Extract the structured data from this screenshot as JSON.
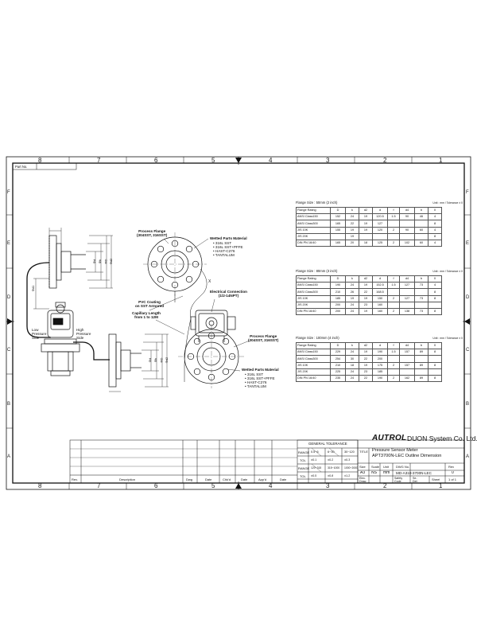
{
  "zones_top": [
    "8",
    "7",
    "6",
    "5",
    "4",
    "3",
    "2",
    "1"
  ],
  "zones_bottom": [
    "8",
    "7",
    "6",
    "5",
    "4",
    "3",
    "2",
    "1"
  ],
  "zones_left": [
    "F",
    "E",
    "D",
    "C",
    "B",
    "A"
  ],
  "zones_right": [
    "F",
    "E",
    "D",
    "C",
    "B",
    "A"
  ],
  "part_no_label": "Part No.",
  "labels": {
    "process_flange_top": "Process Flange\n(304SST, 316SST)",
    "wetted_top_title": "Wetted Parts Material",
    "wetted_top_items": [
      "316L SST",
      "316L SST+PFFE",
      "HAST-C276",
      "TANTALUM"
    ],
    "pvc_coating": "PVC Coating\non SST Armored",
    "capillary_length": "Capillary Length\nfrom 1 to 12M",
    "low_side": "Low\nPressure\nSide",
    "high_side": "High\nPressure\nSide",
    "electrical": "Electrical Connection\n(1/2-14NPT)",
    "process_flange_bottom": "Process Flange\n(304SST, 316SST)",
    "wetted_bottom_title": "Wetted Parts Material",
    "wetted_bottom_items": [
      "316L SST",
      "316L SST+PFFE",
      "HAST-C276",
      "TANTALUM"
    ],
    "x_mark": "X",
    "dims_top": [
      "Φd",
      "Φk",
      "ΦD",
      "Φd2"
    ],
    "dims_left": "Φd1",
    "dims_bottom": [
      "Φd",
      "Φk",
      "ΦD",
      "Φd2"
    ]
  },
  "tables": [
    {
      "caption": "Flange Size : 50mm (2 inch)",
      "unit": "Unit : mm / Tolerance ± 0",
      "header": [
        "Flange Rating",
        "D",
        "k",
        "d2",
        "d",
        "f",
        "d4",
        "b",
        "X"
      ],
      "rows": [
        [
          "ANSI Class150",
          "152",
          "24",
          "19",
          "120.5",
          "1.5",
          "90",
          "46",
          "4"
        ],
        [
          "ANSI Class300",
          "165",
          "22",
          "19",
          "127",
          "",
          "",
          "",
          "8"
        ],
        [
          "JIS 10K",
          "155",
          "19",
          "19",
          "120",
          "2",
          "90",
          "60",
          "4"
        ],
        [
          "JIS 20K",
          "",
          "19",
          "",
          "",
          "",
          "",
          "",
          "8"
        ],
        [
          "DIN PN 16/40",
          "165",
          "20",
          "18",
          "125",
          "2",
          "102",
          "60",
          "4"
        ]
      ]
    },
    {
      "caption": "Flange Size : 80mm (3 inch)",
      "unit": "Unit : mm / Tolerance ± 0",
      "header": [
        "Flange Rating",
        "D",
        "k",
        "d2",
        "d",
        "f",
        "d4",
        "b",
        "X"
      ],
      "rows": [
        [
          "ANSI Class150",
          "190",
          "24",
          "19",
          "152.5",
          "1.5",
          "127",
          "73",
          "4"
        ],
        [
          "ANSI Class300",
          "210",
          "26",
          "22",
          "168.5",
          "",
          "",
          "",
          "8"
        ],
        [
          "JIS 10K",
          "185",
          "19",
          "19",
          "150",
          "2",
          "127",
          "73",
          "8"
        ],
        [
          "JIS 20K",
          "200",
          "24",
          "23",
          "160",
          "",
          "",
          "",
          ""
        ],
        [
          "DIN PN 16/40",
          "200",
          "24",
          "19",
          "160",
          "2",
          "138",
          "73",
          "8"
        ]
      ]
    },
    {
      "caption": "Flange Size : 100mm (4 inch)",
      "unit": "Unit : mm / Tolerance ± 0",
      "header": [
        "Flange Rating",
        "D",
        "k",
        "d2",
        "d",
        "f",
        "d4",
        "b",
        "X"
      ],
      "rows": [
        [
          "ANSI Class150",
          "229",
          "24",
          "19",
          "190",
          "1.5",
          "157",
          "89",
          "8"
        ],
        [
          "ANSI Class300",
          "254",
          "30",
          "22",
          "200",
          "",
          "",
          "",
          ""
        ],
        [
          "JIS 10K",
          "210",
          "18",
          "19",
          "175",
          "2",
          "157",
          "89",
          "8"
        ],
        [
          "JIS 20K",
          "225",
          "24",
          "23",
          "185",
          "",
          "",
          "",
          ""
        ],
        [
          "DIN PN 16/40",
          "235",
          "24",
          "22",
          "190",
          "2",
          "162",
          "89",
          "8"
        ]
      ]
    }
  ],
  "title_block": {
    "general_tolerance": "GENERAL TOLERANCE",
    "range_label": "RANGE",
    "range_values": [
      "0.5~6",
      "6~30",
      "30~120"
    ],
    "tol_label": "TOL",
    "tol_values": [
      "±0.1",
      "±0.2",
      "±0.3"
    ],
    "range2_values": [
      "120~315",
      "315~1000",
      "1000~2000"
    ],
    "tol2_values": [
      "±0.5",
      "±0.8",
      "±1.2"
    ],
    "title_label": "TITLE",
    "title_line1": "Pressure Sensor Meter",
    "title_line2": "APT3700N-LEC Outline Dimension",
    "brand": "AUTROL",
    "company": "DUON System Co. Ltd.",
    "size_label": "Size",
    "size_value": "A3",
    "scale_label": "Scale",
    "scale_value": "NS",
    "unit_label": "Unit",
    "unit_value": "mm",
    "dwg_label": "DWG No.",
    "dwg_value": "MD-A310-3700N-LEC",
    "rev_label": "Rev",
    "rev_value": "0",
    "elec_draw": "Elec.\nDraw.",
    "safety_code": "Safety\nCode",
    "sec_det": "Se-\nDet",
    "sheet_label": "Sheet",
    "sheet_value": "1 of 1",
    "rev_row_labels": [
      "Rev.",
      "Description",
      "Dwg",
      "Date",
      "Chk'd",
      "Date",
      "App'd",
      "Date"
    ]
  }
}
